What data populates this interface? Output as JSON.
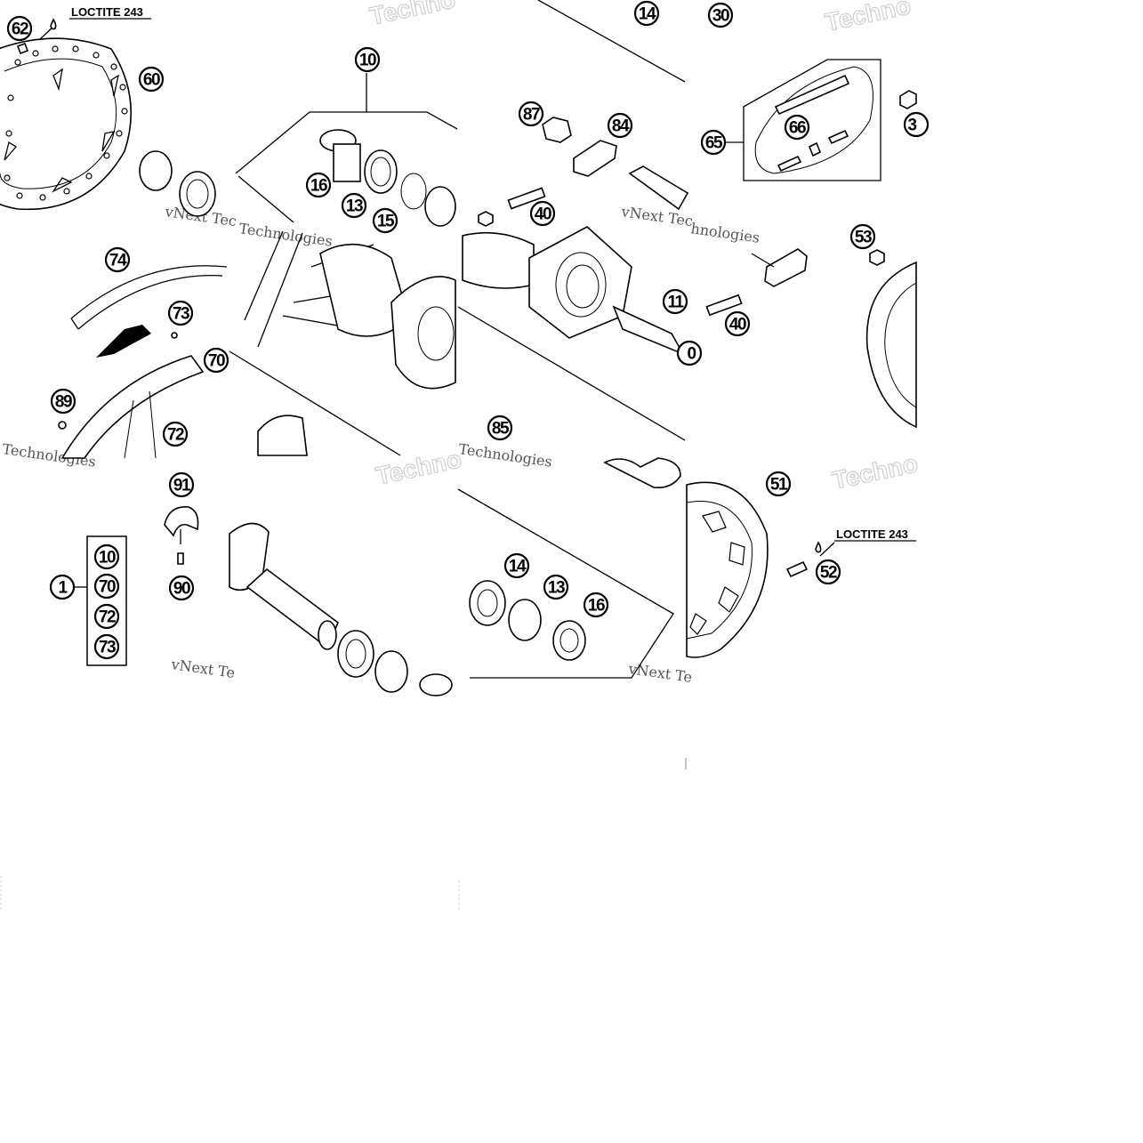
{
  "diagram": {
    "notes": {
      "loctite_left": "LOCTITE 243",
      "loctite_right": "LOCTITE 243"
    },
    "callouts": {
      "c62": "62",
      "c60": "60",
      "c10": "10",
      "c16a": "16",
      "c13a": "13",
      "c15": "15",
      "c14a": "14",
      "c30": "30",
      "c87": "87",
      "c84": "84",
      "c40a": "40",
      "c66": "66",
      "c65": "65",
      "c3": "3",
      "c74": "74",
      "c73": "73",
      "c70": "70",
      "c89": "89",
      "c72": "72",
      "c11": "11",
      "c0": "0",
      "c85": "85",
      "c53": "53",
      "c40b": "40",
      "c91": "91",
      "c90": "90",
      "c1": "1",
      "kit10": "10",
      "kit70": "70",
      "kit72": "72",
      "kit73": "73",
      "c51": "51",
      "c52": "52",
      "c14b": "14",
      "c13b": "13",
      "c16b": "16"
    },
    "watermarks": {
      "techno_1": "Techno",
      "techno_2": "Techno",
      "techno_3": "Techno",
      "techno_4": "Techno",
      "vnext_1": "vNext Tec",
      "vnext_2": "vNext Tec",
      "vnext_3": "vNext Te",
      "vnext_4": "vNext Te",
      "technologies_1": "Technologies",
      "technologies_2": "Technologies",
      "technologies_3": "Technologies",
      "technologies_4": "hnologies"
    }
  }
}
